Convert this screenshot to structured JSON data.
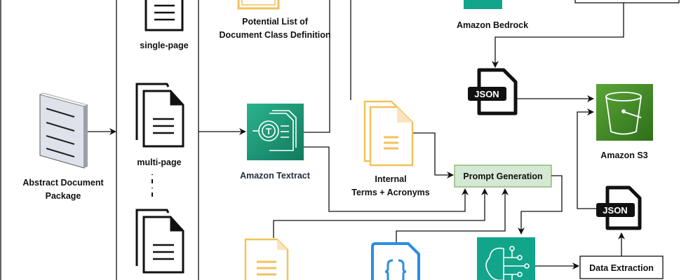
{
  "labels": {
    "abstract_doc_line1": "Abstract Document",
    "abstract_doc_line2": "Package",
    "single_page": "single-page",
    "multi_page": "multi-page",
    "potential_list_line1": "Potential List of",
    "potential_list_line2": "Document Class Definition",
    "textract": "Amazon Textract",
    "bedrock": "Amazon Bedrock",
    "terms_line1": "Internal",
    "terms_line2": "Terms + Acronyms",
    "prompt_generation": "Prompt Generation",
    "s3": "Amazon S3",
    "data_extraction": "Data Extraction",
    "json": "JSON"
  },
  "colors": {
    "textract": "#1b8a6b",
    "bedrock": "#12a58b",
    "s3": "#3f8624",
    "doc_yellow": "#f2c25c",
    "braces_blue": "#2a8ee0",
    "prompt_fill": "#d5e8d4",
    "prompt_stroke": "#82b366"
  }
}
